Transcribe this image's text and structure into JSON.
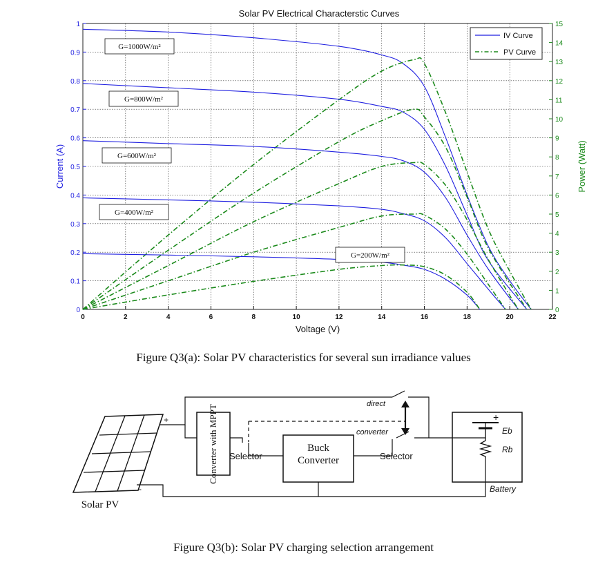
{
  "chart_data": {
    "type": "line",
    "title": "Solar PV Electrical Characterstic Curves",
    "xlabel": "Voltage (V)",
    "ylabel": "Current (A)",
    "y2label": "Power (Watt)",
    "xlim": [
      0,
      22
    ],
    "ylim": [
      0,
      1
    ],
    "y2lim": [
      0,
      15
    ],
    "x_ticks": [
      "0",
      "2",
      "4",
      "6",
      "8",
      "10",
      "12",
      "14",
      "16",
      "18",
      "20",
      "22"
    ],
    "y_ticks": [
      "0",
      "0.1",
      "0.2",
      "0.3",
      "0.4",
      "0.5",
      "0.6",
      "0.7",
      "0.8",
      "0.9",
      "1"
    ],
    "y2_ticks": [
      "0",
      "1",
      "2",
      "3",
      "4",
      "5",
      "6",
      "7",
      "8",
      "9",
      "10",
      "11",
      "12",
      "13",
      "14",
      "15"
    ],
    "grid": true,
    "legend_position": "top-right",
    "legend": [
      "IV Curve",
      "PV Curve"
    ],
    "colors": {
      "iv": "#1f1fe0",
      "pv": "#1b8a1b"
    },
    "series": [
      {
        "irradiance": "G=1000W/m²",
        "isc": 0.98,
        "voc": 21.0,
        "iv": [
          [
            0,
            0.98
          ],
          [
            4,
            0.97
          ],
          [
            8,
            0.95
          ],
          [
            12,
            0.92
          ],
          [
            14,
            0.89
          ],
          [
            15,
            0.86
          ],
          [
            16,
            0.78
          ],
          [
            17,
            0.6
          ],
          [
            18,
            0.4
          ],
          [
            19,
            0.22
          ],
          [
            20,
            0.1
          ],
          [
            21,
            0
          ]
        ],
        "pv": [
          [
            0,
            0
          ],
          [
            4,
            3.9
          ],
          [
            8,
            7.6
          ],
          [
            12,
            11.0
          ],
          [
            14,
            12.5
          ],
          [
            15.5,
            13.1
          ],
          [
            16,
            12.9
          ],
          [
            17,
            10.3
          ],
          [
            18,
            7.2
          ],
          [
            19,
            4.2
          ],
          [
            20,
            2.0
          ],
          [
            21,
            0
          ]
        ]
      },
      {
        "irradiance": "G=800W/m²",
        "isc": 0.79,
        "voc": 20.8,
        "iv": [
          [
            0,
            0.79
          ],
          [
            4,
            0.775
          ],
          [
            8,
            0.76
          ],
          [
            12,
            0.735
          ],
          [
            14,
            0.71
          ],
          [
            15,
            0.69
          ],
          [
            16,
            0.63
          ],
          [
            17,
            0.5
          ],
          [
            18,
            0.33
          ],
          [
            19,
            0.17
          ],
          [
            20.8,
            0
          ]
        ],
        "pv": [
          [
            0,
            0
          ],
          [
            4,
            3.1
          ],
          [
            8,
            6.1
          ],
          [
            12,
            8.8
          ],
          [
            14,
            9.9
          ],
          [
            15.5,
            10.5
          ],
          [
            16,
            10.1
          ],
          [
            17,
            8.5
          ],
          [
            18,
            5.9
          ],
          [
            19,
            3.2
          ],
          [
            20.8,
            0
          ]
        ]
      },
      {
        "irradiance": "G=600W/m²",
        "isc": 0.59,
        "voc": 20.4,
        "iv": [
          [
            0,
            0.59
          ],
          [
            4,
            0.58
          ],
          [
            8,
            0.57
          ],
          [
            12,
            0.55
          ],
          [
            14,
            0.535
          ],
          [
            15,
            0.52
          ],
          [
            16,
            0.48
          ],
          [
            17,
            0.39
          ],
          [
            18,
            0.26
          ],
          [
            19,
            0.14
          ],
          [
            20.4,
            0
          ]
        ],
        "pv": [
          [
            0,
            0
          ],
          [
            4,
            2.3
          ],
          [
            8,
            4.6
          ],
          [
            12,
            6.6
          ],
          [
            14,
            7.5
          ],
          [
            15.5,
            7.7
          ],
          [
            16,
            7.6
          ],
          [
            17,
            6.5
          ],
          [
            18,
            4.7
          ],
          [
            19,
            2.6
          ],
          [
            20.4,
            0
          ]
        ]
      },
      {
        "irradiance": "G=400W/m²",
        "isc": 0.39,
        "voc": 19.8,
        "iv": [
          [
            0,
            0.39
          ],
          [
            4,
            0.383
          ],
          [
            8,
            0.375
          ],
          [
            12,
            0.362
          ],
          [
            14,
            0.35
          ],
          [
            15,
            0.335
          ],
          [
            16,
            0.31
          ],
          [
            17,
            0.25
          ],
          [
            18,
            0.16
          ],
          [
            19,
            0.07
          ],
          [
            19.8,
            0
          ]
        ],
        "pv": [
          [
            0,
            0
          ],
          [
            4,
            1.5
          ],
          [
            8,
            3.0
          ],
          [
            12,
            4.3
          ],
          [
            14,
            4.9
          ],
          [
            15.5,
            5.0
          ],
          [
            16,
            4.95
          ],
          [
            17,
            4.2
          ],
          [
            18,
            2.9
          ],
          [
            19,
            1.3
          ],
          [
            19.8,
            0
          ]
        ]
      },
      {
        "irradiance": "G=200W/m²",
        "isc": 0.195,
        "voc": 18.6,
        "iv": [
          [
            0,
            0.195
          ],
          [
            4,
            0.19
          ],
          [
            8,
            0.184
          ],
          [
            12,
            0.175
          ],
          [
            14,
            0.165
          ],
          [
            15,
            0.155
          ],
          [
            16,
            0.14
          ],
          [
            17,
            0.105
          ],
          [
            18,
            0.05
          ],
          [
            18.6,
            0
          ]
        ],
        "pv": [
          [
            0,
            0
          ],
          [
            4,
            0.76
          ],
          [
            8,
            1.47
          ],
          [
            12,
            2.1
          ],
          [
            14,
            2.3
          ],
          [
            15,
            2.33
          ],
          [
            16,
            2.24
          ],
          [
            17,
            1.8
          ],
          [
            18,
            0.9
          ],
          [
            18.6,
            0
          ]
        ]
      }
    ]
  },
  "captions": {
    "fig_a": "Figure Q3(a): Solar PV characteristics for several sun irradiance values",
    "fig_b": "Figure Q3(b): Solar PV charging selection arrangement"
  },
  "diagram": {
    "solar_pv_label": "Solar PV",
    "plus": "+",
    "minus": "-",
    "mppt_label": "Converter with MPPT",
    "selector_left": "Selector",
    "selector_right": "Selector",
    "buck_line1": "Buck",
    "buck_line2": "Converter",
    "direct_label": "direct",
    "converter_label": "converter",
    "eb_label": "Eb",
    "rb_label": "Rb",
    "battery_label": "Battery",
    "battery_plus": "+"
  }
}
